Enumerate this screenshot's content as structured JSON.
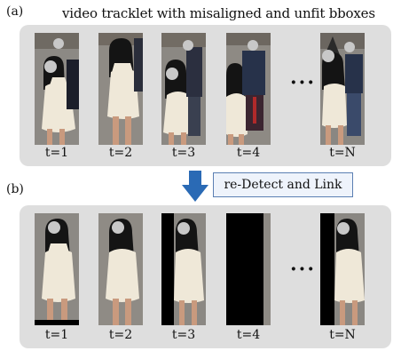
{
  "panel_a": {
    "label": "(a)",
    "title": "video tracklet with misaligned and unfit bboxes",
    "frames": [
      {
        "t": "t=1"
      },
      {
        "t": "t=2"
      },
      {
        "t": "t=3"
      },
      {
        "t": "t=4"
      },
      {
        "t": "t=N"
      }
    ],
    "ellipsis": "···"
  },
  "arrow_box": {
    "label": "re-Detect and Link",
    "color": "#2a6ab5"
  },
  "panel_b": {
    "label": "(b)",
    "frames": [
      {
        "t": "t=1"
      },
      {
        "t": "t=2"
      },
      {
        "t": "t=3"
      },
      {
        "t": "t=4"
      },
      {
        "t": "t=N"
      }
    ],
    "ellipsis": "···"
  },
  "colors": {
    "panel_bg": "#dedede",
    "dress": "#efe8d8",
    "hair": "#141414",
    "skin": "#c99a7e",
    "face_blur": "#c8c8c8",
    "pavement": "#8d8a86",
    "padding": "#000000"
  }
}
